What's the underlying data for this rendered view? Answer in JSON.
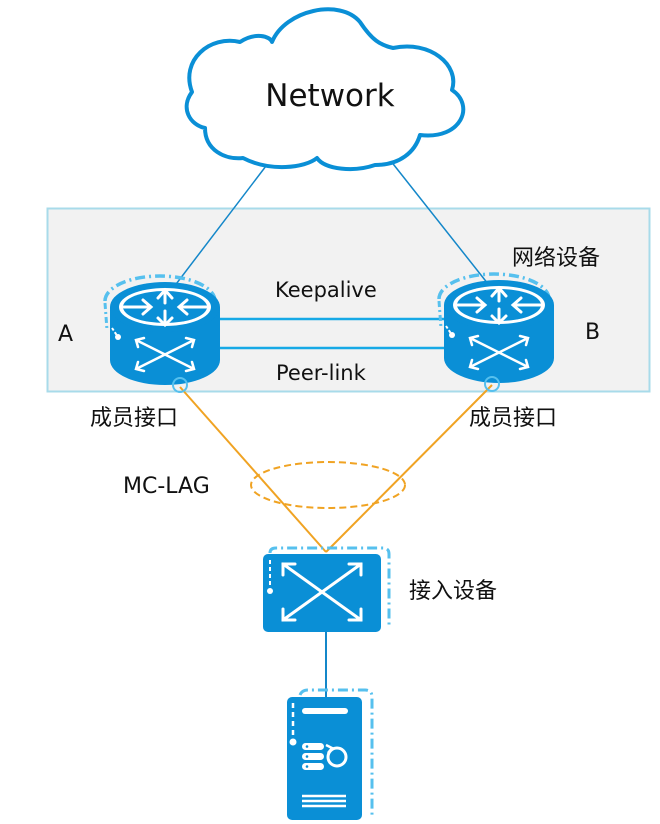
{
  "diagram": {
    "title": "MC-LAG topology",
    "cloud": {
      "label": "Network",
      "icon": "cloud-icon"
    },
    "group": {
      "label": "网络设备"
    },
    "devices": {
      "a": {
        "label": "A",
        "icon": "router-icon",
        "port_label": "成员接口"
      },
      "b": {
        "label": "B",
        "icon": "router-icon",
        "port_label": "成员接口"
      },
      "access": {
        "label": "接入设备",
        "icon": "switch-icon"
      },
      "server": {
        "icon": "server-icon"
      }
    },
    "links": {
      "keepalive": "Keepalive",
      "peer_link": "Peer-link",
      "mc_lag": "MC-LAG"
    },
    "colors": {
      "device_blue": "#0a8fd6",
      "line_blue": "#1487c9",
      "dash_blue": "#56c0ee",
      "panel_bg": "#f2f2f2",
      "panel_border": "#a8dbea",
      "lag_orange": "#f0a323",
      "peer_line": "#17a9e6"
    }
  }
}
